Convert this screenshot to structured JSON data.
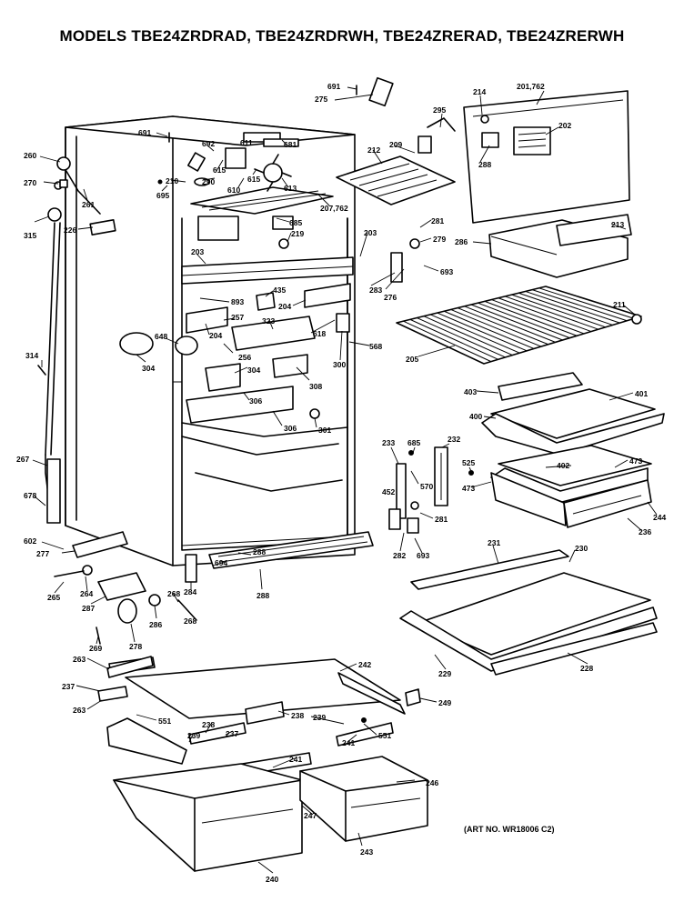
{
  "title": "MODELS TBE24ZRDRAD, TBE24ZRDRWH, TBE24ZRERAD, TBE24ZRERWH",
  "art_number": "(ART NO. WR18006 C2)",
  "callouts": [
    {
      "id": "c691a",
      "text": "691"
    },
    {
      "id": "c275",
      "text": "275"
    },
    {
      "id": "c214",
      "text": "214"
    },
    {
      "id": "c201",
      "text": "201,762"
    },
    {
      "id": "c691b",
      "text": "691"
    },
    {
      "id": "c692",
      "text": "692"
    },
    {
      "id": "c611",
      "text": "611"
    },
    {
      "id": "c681",
      "text": "681"
    },
    {
      "id": "c295",
      "text": "295"
    },
    {
      "id": "c202",
      "text": "202"
    },
    {
      "id": "c260",
      "text": "260"
    },
    {
      "id": "c615a",
      "text": "615"
    },
    {
      "id": "c212",
      "text": "212"
    },
    {
      "id": "c209",
      "text": "209"
    },
    {
      "id": "c288",
      "text": "288"
    },
    {
      "id": "c270",
      "text": "270"
    },
    {
      "id": "c210",
      "text": "210"
    },
    {
      "id": "c290",
      "text": "290"
    },
    {
      "id": "c610",
      "text": "610"
    },
    {
      "id": "c615b",
      "text": "615"
    },
    {
      "id": "c613",
      "text": "613"
    },
    {
      "id": "c261",
      "text": "261"
    },
    {
      "id": "c695",
      "text": "695"
    },
    {
      "id": "c207",
      "text": "207,762"
    },
    {
      "id": "c685a",
      "text": "685"
    },
    {
      "id": "c315",
      "text": "315"
    },
    {
      "id": "c226",
      "text": "226"
    },
    {
      "id": "c281a",
      "text": "281"
    },
    {
      "id": "c213",
      "text": "213"
    },
    {
      "id": "c219",
      "text": "219"
    },
    {
      "id": "c279",
      "text": "279"
    },
    {
      "id": "c286a",
      "text": "286"
    },
    {
      "id": "c203a",
      "text": "203"
    },
    {
      "id": "c203b",
      "text": "203"
    },
    {
      "id": "c693a",
      "text": "693"
    },
    {
      "id": "c435",
      "text": "435"
    },
    {
      "id": "c283",
      "text": "283"
    },
    {
      "id": "c276",
      "text": "276"
    },
    {
      "id": "c893",
      "text": "893"
    },
    {
      "id": "c204a",
      "text": "204"
    },
    {
      "id": "c211",
      "text": "211"
    },
    {
      "id": "c257",
      "text": "257"
    },
    {
      "id": "c323",
      "text": "323"
    },
    {
      "id": "c618",
      "text": "618"
    },
    {
      "id": "c648",
      "text": "648"
    },
    {
      "id": "c204b",
      "text": "204"
    },
    {
      "id": "c568",
      "text": "568"
    },
    {
      "id": "c256",
      "text": "256"
    },
    {
      "id": "c205",
      "text": "205"
    },
    {
      "id": "c304a",
      "text": "304"
    },
    {
      "id": "c304b",
      "text": "304"
    },
    {
      "id": "c300",
      "text": "300"
    },
    {
      "id": "c314",
      "text": "314"
    },
    {
      "id": "c308",
      "text": "308"
    },
    {
      "id": "c403",
      "text": "403"
    },
    {
      "id": "c401",
      "text": "401"
    },
    {
      "id": "c306a",
      "text": "306"
    },
    {
      "id": "c306b",
      "text": "306"
    },
    {
      "id": "c400",
      "text": "400"
    },
    {
      "id": "c301",
      "text": "301"
    },
    {
      "id": "c233",
      "text": "233"
    },
    {
      "id": "c685b",
      "text": "685"
    },
    {
      "id": "c232",
      "text": "232"
    },
    {
      "id": "c267",
      "text": "267"
    },
    {
      "id": "c525",
      "text": "525"
    },
    {
      "id": "c402",
      "text": "402"
    },
    {
      "id": "c473a",
      "text": "473"
    },
    {
      "id": "c570",
      "text": "570"
    },
    {
      "id": "c473b",
      "text": "473"
    },
    {
      "id": "c452",
      "text": "452"
    },
    {
      "id": "c678",
      "text": "678"
    },
    {
      "id": "c244",
      "text": "244"
    },
    {
      "id": "c281b",
      "text": "281"
    },
    {
      "id": "c236",
      "text": "236"
    },
    {
      "id": "c602",
      "text": "602"
    },
    {
      "id": "c277",
      "text": "277"
    },
    {
      "id": "c231",
      "text": "231"
    },
    {
      "id": "c230",
      "text": "230"
    },
    {
      "id": "c282",
      "text": "282"
    },
    {
      "id": "c693b",
      "text": "693"
    },
    {
      "id": "c288b",
      "text": "288"
    },
    {
      "id": "c694",
      "text": "694"
    },
    {
      "id": "c265",
      "text": "265"
    },
    {
      "id": "c264",
      "text": "264"
    },
    {
      "id": "c284",
      "text": "284"
    },
    {
      "id": "c268",
      "text": "268"
    },
    {
      "id": "c288c",
      "text": "288"
    },
    {
      "id": "c287",
      "text": "287"
    },
    {
      "id": "c268b",
      "text": "268"
    },
    {
      "id": "c286b",
      "text": "286"
    },
    {
      "id": "c229",
      "text": "229"
    },
    {
      "id": "c228",
      "text": "228"
    },
    {
      "id": "c269",
      "text": "269"
    },
    {
      "id": "c278",
      "text": "278"
    },
    {
      "id": "c263a",
      "text": "263"
    },
    {
      "id": "c242",
      "text": "242"
    },
    {
      "id": "c237a",
      "text": "237"
    },
    {
      "id": "c249",
      "text": "249"
    },
    {
      "id": "c263b",
      "text": "263"
    },
    {
      "id": "c238a",
      "text": "238"
    },
    {
      "id": "c239a",
      "text": "239"
    },
    {
      "id": "c551a",
      "text": "551"
    },
    {
      "id": "c238b",
      "text": "238"
    },
    {
      "id": "c239b",
      "text": "239"
    },
    {
      "id": "c237b",
      "text": "237"
    },
    {
      "id": "c551b",
      "text": "551"
    },
    {
      "id": "c241a",
      "text": "241"
    },
    {
      "id": "c241b",
      "text": "241"
    },
    {
      "id": "c246",
      "text": "246"
    },
    {
      "id": "c247",
      "text": "247"
    },
    {
      "id": "c243",
      "text": "243"
    },
    {
      "id": "c240",
      "text": "240"
    }
  ]
}
